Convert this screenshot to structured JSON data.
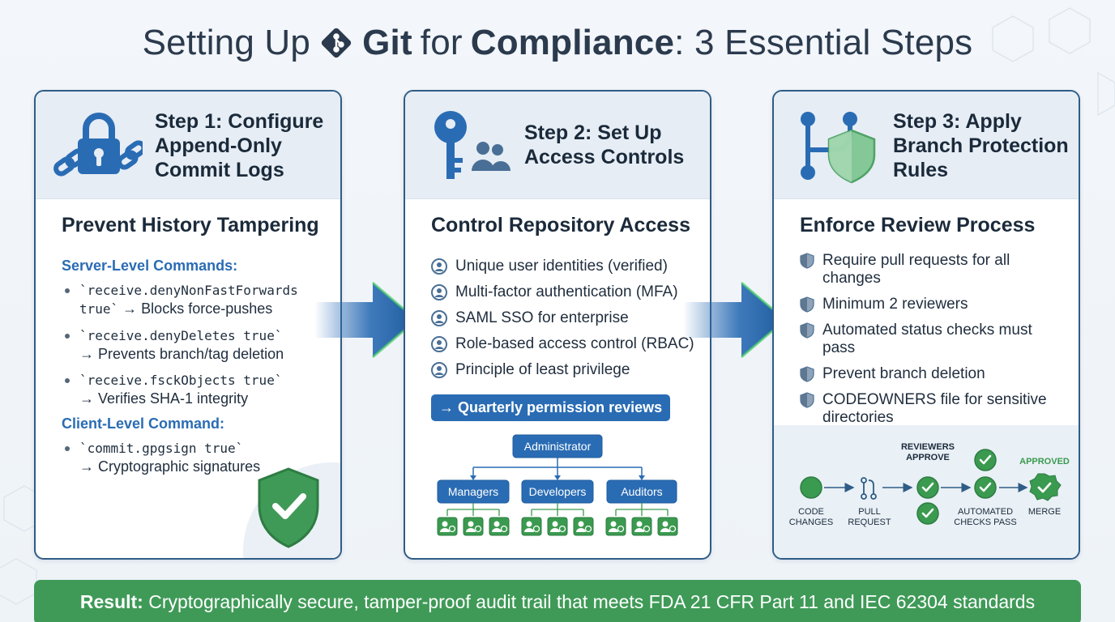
{
  "title": {
    "part1": "Setting Up",
    "part2": "Git",
    "part3": "for",
    "part4": "Compliance",
    "part5": ": 3 Essential Steps"
  },
  "colors": {
    "primary": "#2a6cb4",
    "dark_border": "#2f5c86",
    "green": "#3f9a57",
    "flow_green": "#3a9a4f"
  },
  "step1": {
    "title": "Step 1: Configure Append-Only Commit Logs",
    "icon": "padlock-chain-icon",
    "subhead": "Prevent History Tampering",
    "server_label": "Server-Level Commands:",
    "server_items": [
      {
        "cmd": "`receive.denyNonFastForwards true`",
        "desc": " → Blocks force-pushes"
      },
      {
        "cmd": "`receive.denyDeletes true`",
        "desc": "→ Prevents branch/tag deletion"
      },
      {
        "cmd": "`receive.fsckObjects true`",
        "desc": "→ Verifies SHA-1 integrity"
      }
    ],
    "client_label": "Client-Level Command:",
    "client_items": [
      {
        "cmd": "`commit.gpgsign true`",
        "desc": "→ Cryptographic signatures"
      }
    ]
  },
  "step2": {
    "title": "Step 2: Set Up Access Controls",
    "icon": "key-users-icon",
    "subhead": "Control Repository Access",
    "items": [
      "Unique user identities (verified)",
      "Multi-factor authentication (MFA)",
      "SAML SSO for enterprise",
      "Role-based access control (RBAC)",
      "Principle of least privilege"
    ],
    "pill": "→ Quarterly permission reviews",
    "org": {
      "root": "Administrator",
      "groups": [
        "Managers",
        "Developers",
        "Auditors"
      ]
    }
  },
  "step3": {
    "title": "Step 3: Apply Branch Protection Rules",
    "icon": "branch-shield-icon",
    "subhead": "Enforce Review Process",
    "items": [
      "Require pull requests for all changes",
      "Minimum 2 reviewers",
      "Automated status checks must pass",
      "Prevent branch deletion",
      "CODEOWNERS file for sensitive directories"
    ],
    "flow": {
      "code_changes": [
        "CODE",
        "CHANGES"
      ],
      "pull_request": [
        "PULL",
        "REQUEST"
      ],
      "reviewers": [
        "REVIEWERS",
        "APPROVE"
      ],
      "checks": [
        "AUTOMATED",
        "CHECKS PASS"
      ],
      "approved": "APPROVED",
      "merge": "MERGE"
    }
  },
  "result": {
    "label": "Result:",
    "text": " Cryptographically secure, tamper-proof audit trail that meets FDA 21 CFR Part 11 and IEC 62304 standards"
  }
}
